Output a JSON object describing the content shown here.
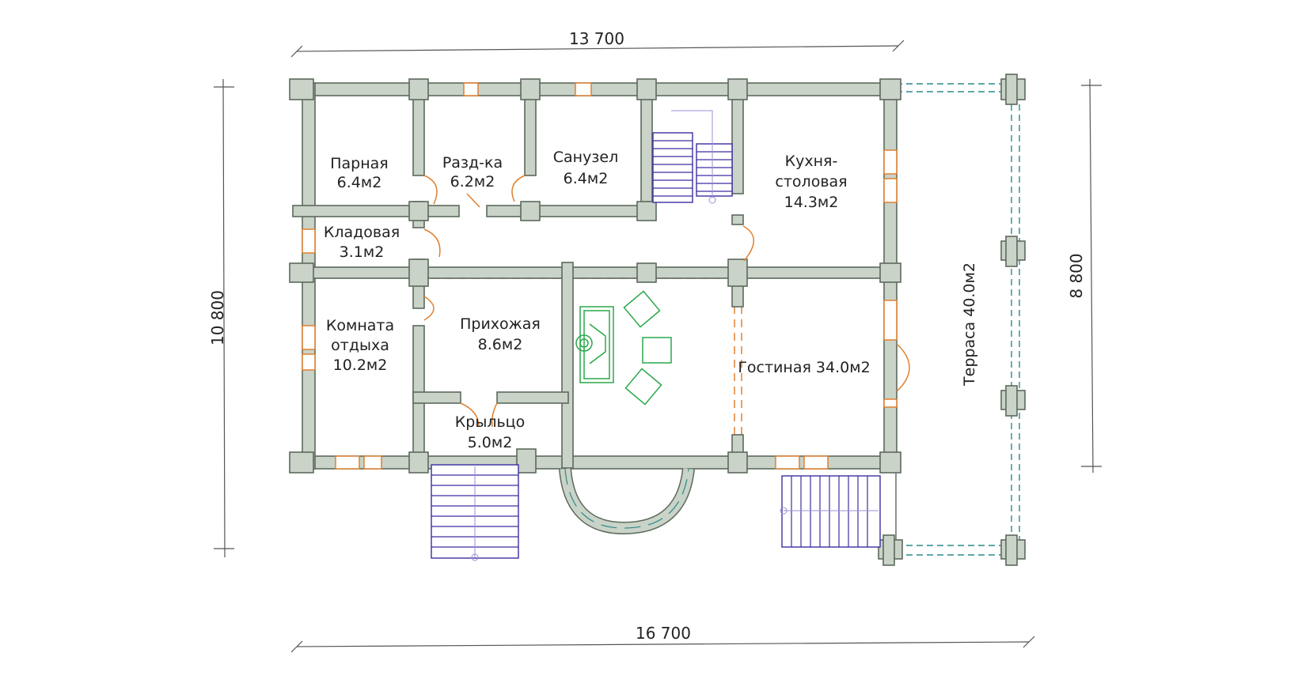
{
  "dimensions": {
    "top": "13 700",
    "bottom": "16 700",
    "left": "10 800",
    "right": "8 800"
  },
  "rooms": {
    "parnaya": {
      "name": "Парная",
      "area": "6.4м2"
    },
    "razdevalka": {
      "name": "Разд-ка",
      "area": "6.2м2"
    },
    "sanuzel": {
      "name": "Санузел",
      "area": "6.4м2"
    },
    "kitchen": {
      "name_line1": "Кухня-",
      "name_line2": "столовая",
      "area": "14.3м2"
    },
    "kladovaya": {
      "name": "Кладовая",
      "area": "3.1м2"
    },
    "komnata": {
      "name_line1": "Комната",
      "name_line2": "отдыха",
      "area": "10.2м2"
    },
    "prihozhaya": {
      "name": "Прихожая",
      "area": "8.6м2"
    },
    "kryltso": {
      "name": "Крыльцо",
      "area": "5.0м2"
    },
    "gostinaya": {
      "label": "Гостиная 34.0м2"
    },
    "terrasa": {
      "label": "Терраса 40.0м2"
    }
  },
  "colors": {
    "wall": "#c9d3c7",
    "door": "#e08030",
    "stair": "#3a2fa0",
    "furniture": "#2aa84a"
  }
}
